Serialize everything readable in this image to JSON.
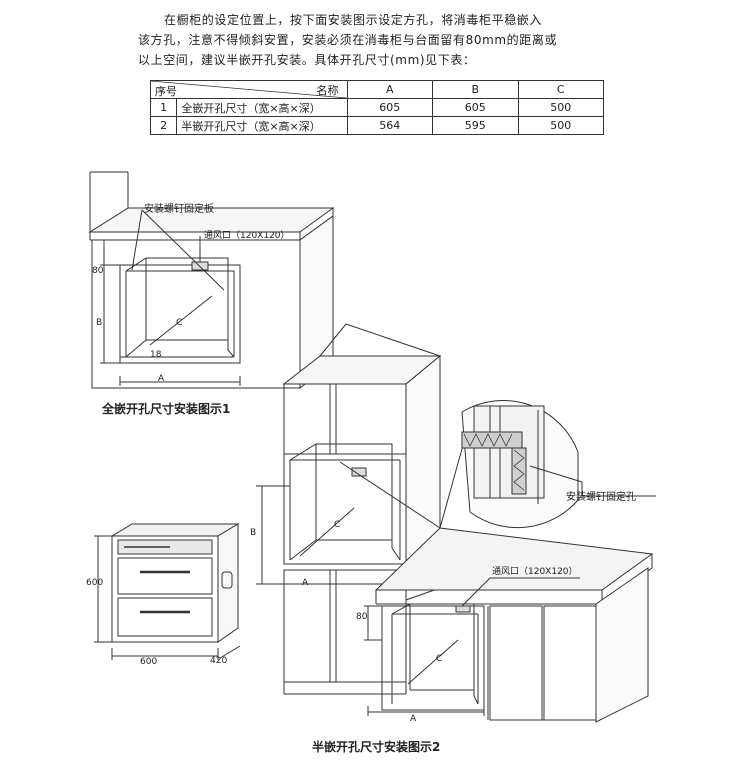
{
  "intro": {
    "line1": "在橱柜的设定位置上，按下面安装图示设定方孔，将消毒柜平稳嵌入",
    "line2": "该方孔，注意不得倾斜安置，安装必须在消毒柜与台面留有80mm的距离或",
    "line3": "以上空间，建议半嵌开孔安装。具体开孔尺寸(mm)见下表："
  },
  "table": {
    "col_index": "序号",
    "col_name": "名称",
    "col_a": "A",
    "col_b": "B",
    "col_c": "C",
    "rows": [
      {
        "index": "1",
        "name": "全嵌开孔尺寸（宽×高×深）",
        "a": "605",
        "b": "605",
        "c": "500"
      },
      {
        "index": "2",
        "name": "半嵌开孔尺寸（宽×高×深）",
        "a": "564",
        "b": "595",
        "c": "500"
      }
    ]
  },
  "figure1": {
    "caption": "全嵌开孔尺寸安装图示1",
    "screw_plate": "安装螺钉固定板",
    "vent": "通风口（120X120）",
    "dim_80": "80",
    "dim_b": "B",
    "dim_c": "C",
    "dim_a": "A",
    "dim_18": "18"
  },
  "figure2": {
    "caption": "半嵌开孔尺寸安装图示2",
    "screw_hole": "安装螺钉固定孔",
    "vent": "通风口（120X120）",
    "dim_b": "B",
    "dim_c": "C",
    "dim_a": "A",
    "dim_80": "80",
    "dim_c2": "C",
    "dim_a2": "A"
  },
  "product": {
    "dim_height": "600",
    "dim_width": "600",
    "dim_depth": "420"
  }
}
